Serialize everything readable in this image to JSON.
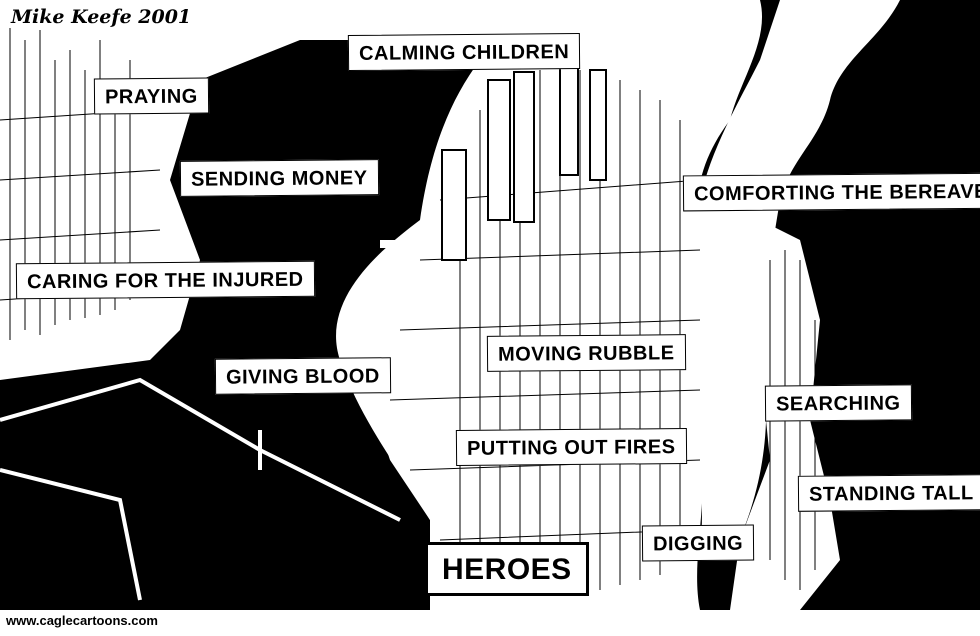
{
  "cartoon": {
    "signature": "Mike Keefe 2001",
    "footer_url": "www.caglecartoons.com",
    "labels": {
      "calming_children": "CALMING CHILDREN",
      "praying": "PRAYING",
      "sending_money": "SENDING MONEY",
      "comforting": "COMFORTING THE BEREAVED",
      "caring": "CARING FOR THE INJURED",
      "moving_rubble": "MOVING RUBBLE",
      "giving_blood": "GIVING BLOOD",
      "searching": "SEARCHING",
      "putting_out_fires": "PUTTING OUT FIRES",
      "standing_tall": "STANDING TALL",
      "digging": "DIGGING",
      "heroes": "HEROES"
    },
    "colors": {
      "ink": "#000000",
      "paper": "#ffffff"
    }
  }
}
